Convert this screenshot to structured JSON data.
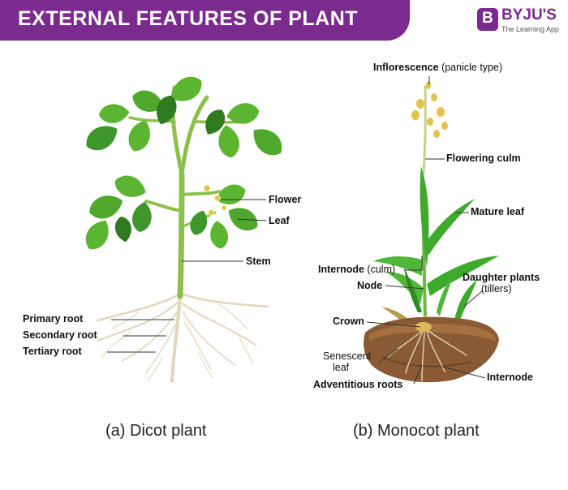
{
  "header": {
    "title": "EXTERNAL FEATURES OF PLANT",
    "logo": {
      "mark_letter": "B",
      "name": "BYJU'S",
      "tagline": "The Learning App",
      "color": "#7b2a8e"
    }
  },
  "dicot": {
    "labels": {
      "flower": "Flower",
      "leaf": "Leaf",
      "stem": "Stem",
      "primary_root": "Primary root",
      "secondary_root": "Secondary root",
      "tertiary_root": "Tertiary root"
    },
    "caption": "(a) Dicot plant"
  },
  "monocot": {
    "labels": {
      "inflorescence": "Inflorescence",
      "inflorescence_note": " (panicle type)",
      "flowering_culm": "Flowering culm",
      "mature_leaf": "Mature leaf",
      "internode_culm": "Internode",
      "internode_culm_note": " (culm)",
      "node": "Node",
      "daughter_plants": "Daughter plants",
      "daughter_plants_note": "(tillers)",
      "crown": "Crown",
      "senescent_leaf_1": "Senescent",
      "senescent_leaf_2": "leaf",
      "adventitious_roots": "Adventitious roots",
      "internode": "Internode"
    },
    "caption": "(b) Monocot plant"
  },
  "colors": {
    "banner": "#7b2a8e",
    "leaf": "#5cb531",
    "leaf_dark": "#2f7a1e",
    "stem": "#8cc04a",
    "root": "#e2d6b8",
    "soil": "#8a5a35",
    "grass": "#3fa92e",
    "flower": "#e3c24a"
  }
}
